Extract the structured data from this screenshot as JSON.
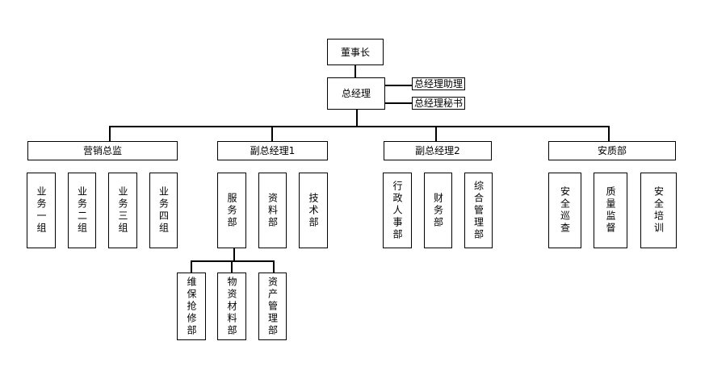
{
  "org_chart": {
    "chairman": "董事长",
    "general_manager": "总经理",
    "gm_assistant": "总经理助理",
    "gm_secretary": "总经理秘书",
    "divisions": [
      {
        "label": "营销总监",
        "units": [
          "业务一组",
          "业务二组",
          "业务三组",
          "业务四组"
        ]
      },
      {
        "label": "副总经理1",
        "units": [
          "服务部",
          "资料部",
          "技术部"
        ],
        "sub_units": [
          "维保抢修部",
          "物资材料部",
          "资产管理部"
        ]
      },
      {
        "label": "副总经理2",
        "units": [
          "行政人事部",
          "财务部",
          "综合管理部"
        ]
      },
      {
        "label": "安质部",
        "units": [
          "安全巡查",
          "质量监督",
          "安全培训"
        ]
      }
    ]
  }
}
